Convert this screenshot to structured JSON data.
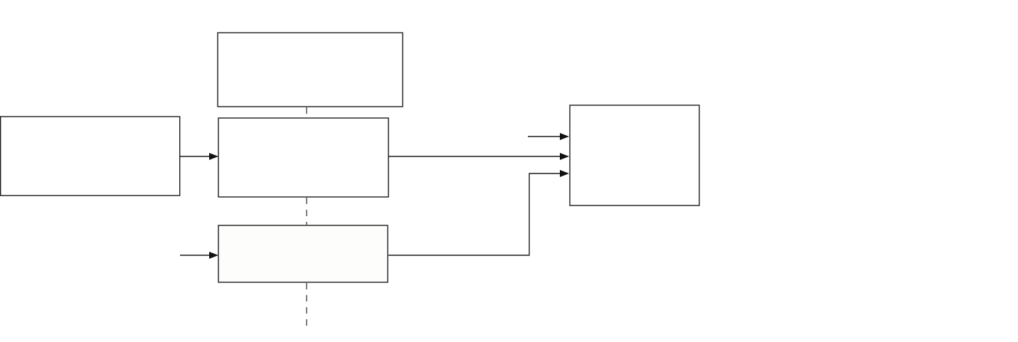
{
  "diagram": {
    "colors": {
      "background": "#ffffff",
      "stroke": "#1a1a1a",
      "dashed_stroke": "#444444"
    },
    "boxes": [
      {
        "id": "top-center-box"
      },
      {
        "id": "left-box"
      },
      {
        "id": "middle-center-box"
      },
      {
        "id": "lower-center-box"
      },
      {
        "id": "right-box"
      }
    ],
    "connectors": [
      {
        "from": "left-box",
        "to": "middle-center-box",
        "style": "solid-arrow"
      },
      {
        "from": "external-input",
        "to": "lower-center-box",
        "style": "solid-arrow"
      },
      {
        "from": "middle-center-box",
        "to": "right-box",
        "style": "solid-arrow"
      },
      {
        "from": "lower-center-box",
        "to": "right-box",
        "style": "solid-elbow-arrow"
      },
      {
        "from": "external-input",
        "to": "right-box",
        "style": "solid-arrow"
      },
      {
        "from": "top-center-box",
        "to": "middle-center-box",
        "style": "dashed"
      },
      {
        "from": "middle-center-box",
        "to": "lower-center-box",
        "style": "dashed"
      },
      {
        "from": "lower-center-box",
        "to": "external-output",
        "style": "dashed"
      }
    ]
  }
}
